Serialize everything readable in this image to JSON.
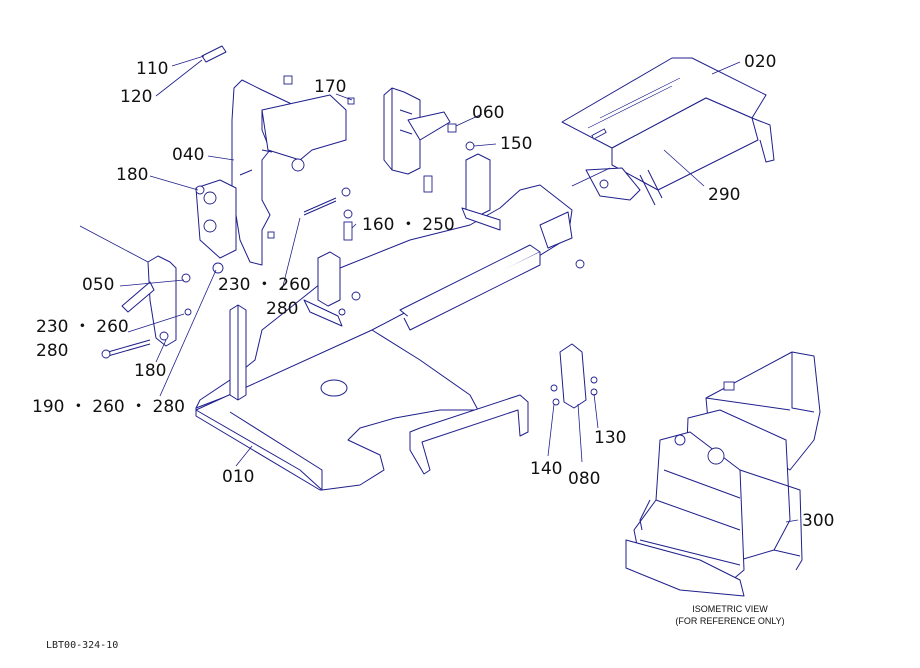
{
  "callouts": {
    "p110": "110",
    "p120": "120",
    "p170": "170",
    "p060": "060",
    "p150": "150",
    "p020": "020",
    "p040": "040",
    "p180a": "180",
    "p160_250": "160 ・ 250",
    "p290": "290",
    "p050": "050",
    "p230_260a": "230 ・ 260",
    "p280a": "280",
    "p230_260b": "230 ・ 260",
    "p280b": "280",
    "p180b": "180",
    "p190_260_280": "190 ・ 260 ・ 280",
    "p010": "010",
    "p130": "130",
    "p140": "140",
    "p080": "080",
    "p300": "300"
  },
  "isometric_caption": {
    "line1": "ISOMETRIC VIEW",
    "line2": "(FOR REFERENCE ONLY)"
  },
  "drawing_number": "LBT00-324-10",
  "colors": {
    "line": "#1f1f8c",
    "text": "#111111",
    "background": "#ffffff"
  }
}
